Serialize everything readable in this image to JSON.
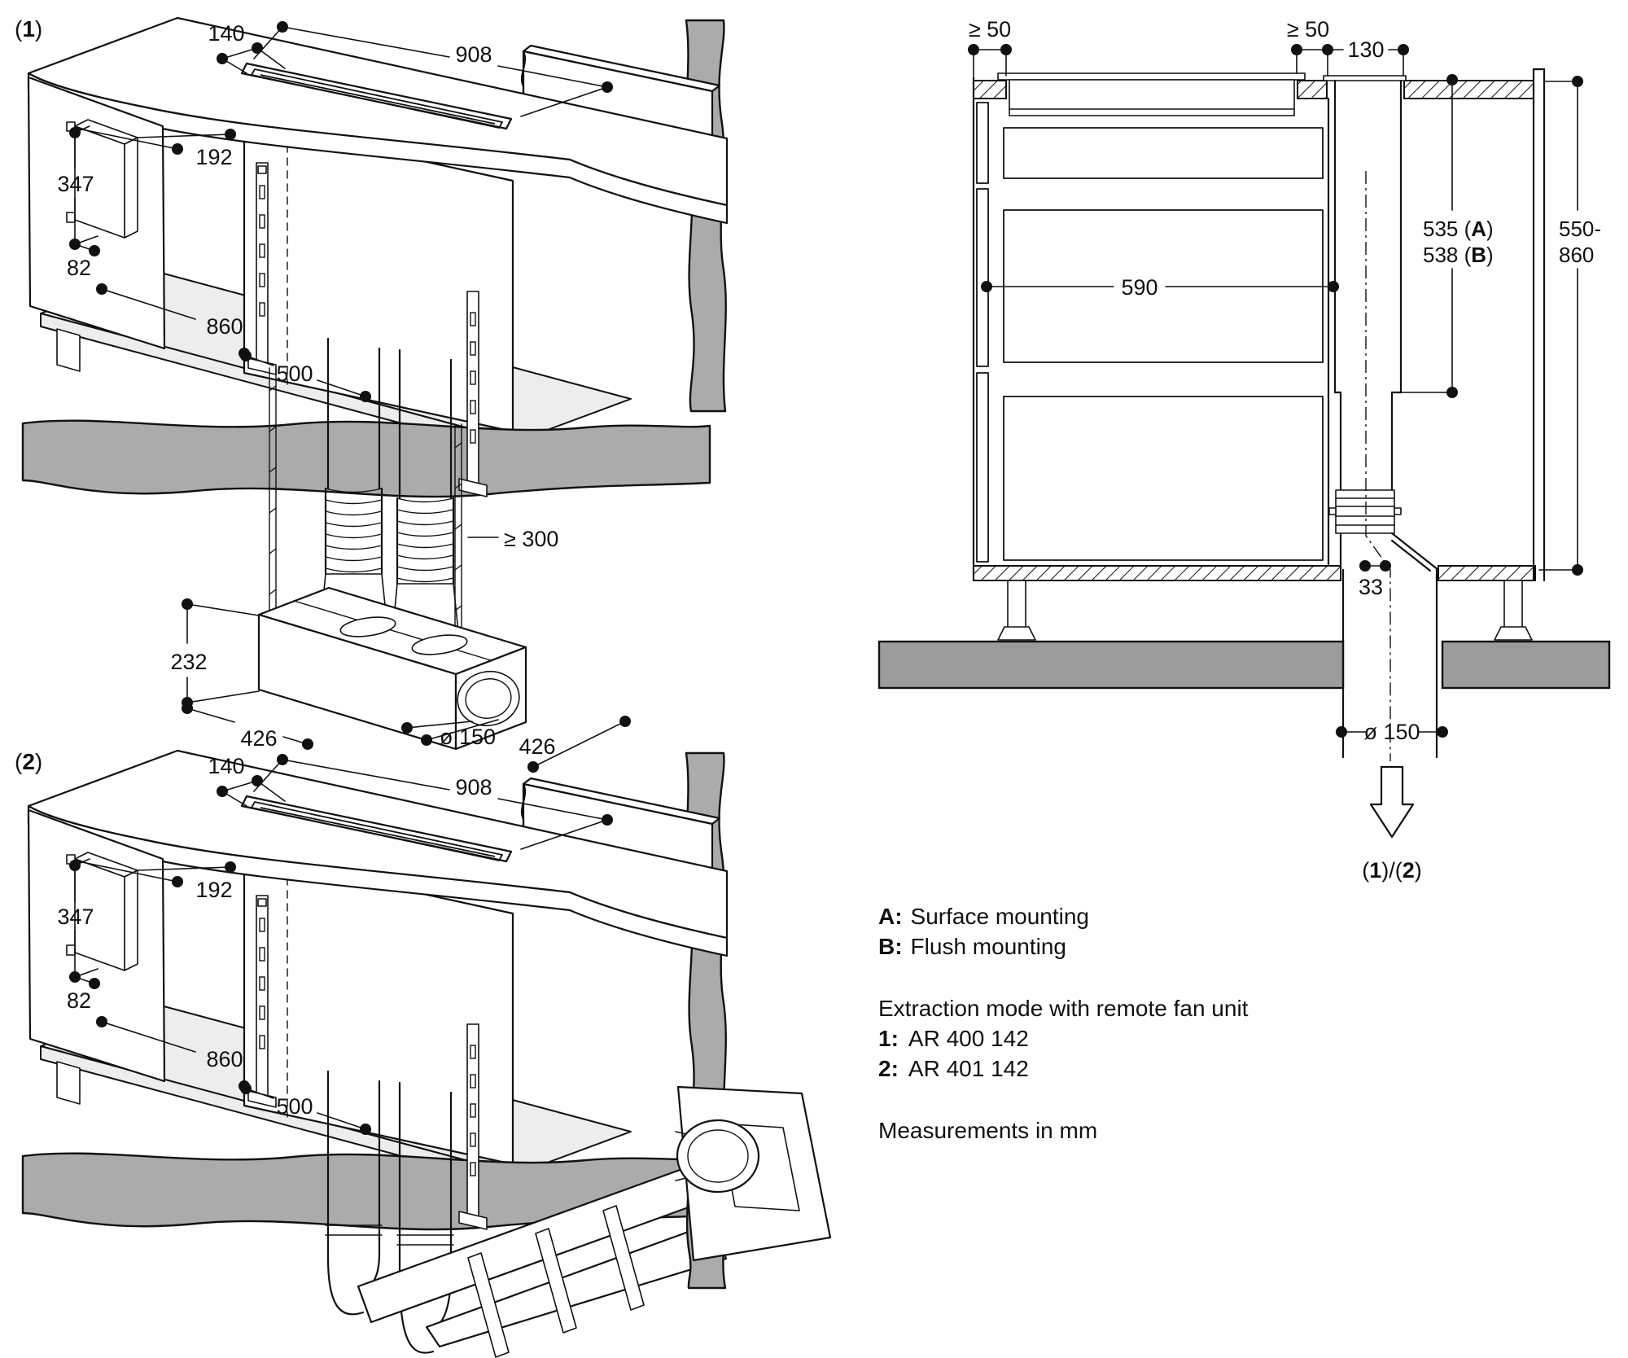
{
  "page": {
    "background": "#ffffff",
    "ink": "#111111",
    "floor_gray": "#9c9c9c",
    "band_gray": "#ababab",
    "shelf_gray": "#ededed"
  },
  "iso_common": {
    "dims": {
      "d140": "140",
      "d908": "908",
      "d192": "192",
      "d347": "347",
      "d82": "82",
      "d860": "860",
      "d500": "500"
    }
  },
  "iso1": {
    "label": {
      "pre": "(",
      "num": "1",
      "post": ")"
    },
    "dims": {
      "dmin300": "≥ 300",
      "d232": "232",
      "d426_left": "426",
      "d150": "ø 150",
      "d426_right": "426"
    }
  },
  "iso2": {
    "label": {
      "pre": "(",
      "num": "2",
      "post": ")"
    }
  },
  "section": {
    "dims": {
      "min50_left": "≥ 50",
      "min50_mid": "≥ 50",
      "d130": "130",
      "d535": {
        "pre": "535 (",
        "bold": "A",
        "post": ")"
      },
      "d538": {
        "pre": "538 (",
        "bold": "B",
        "post": ")"
      },
      "d550_860_line1": "550-",
      "d550_860_line2": "860",
      "d590": "590",
      "d33": "33",
      "d150": "ø 150",
      "ref": {
        "pre": "(",
        "n1": "1",
        "mid": ")/(",
        "n2": "2",
        "post": ")"
      }
    }
  },
  "notes": {
    "mount_a": {
      "prefix": "A:",
      "text": "Surface mounting"
    },
    "mount_b": {
      "prefix": "B:",
      "text": "Flush mounting"
    },
    "extraction_title": "Extraction mode with remote fan unit",
    "model_1": {
      "prefix": "1:",
      "text": "AR 400 142"
    },
    "model_2": {
      "prefix": "2:",
      "text": "AR 401 142"
    },
    "measurements": "Measurements in mm"
  }
}
